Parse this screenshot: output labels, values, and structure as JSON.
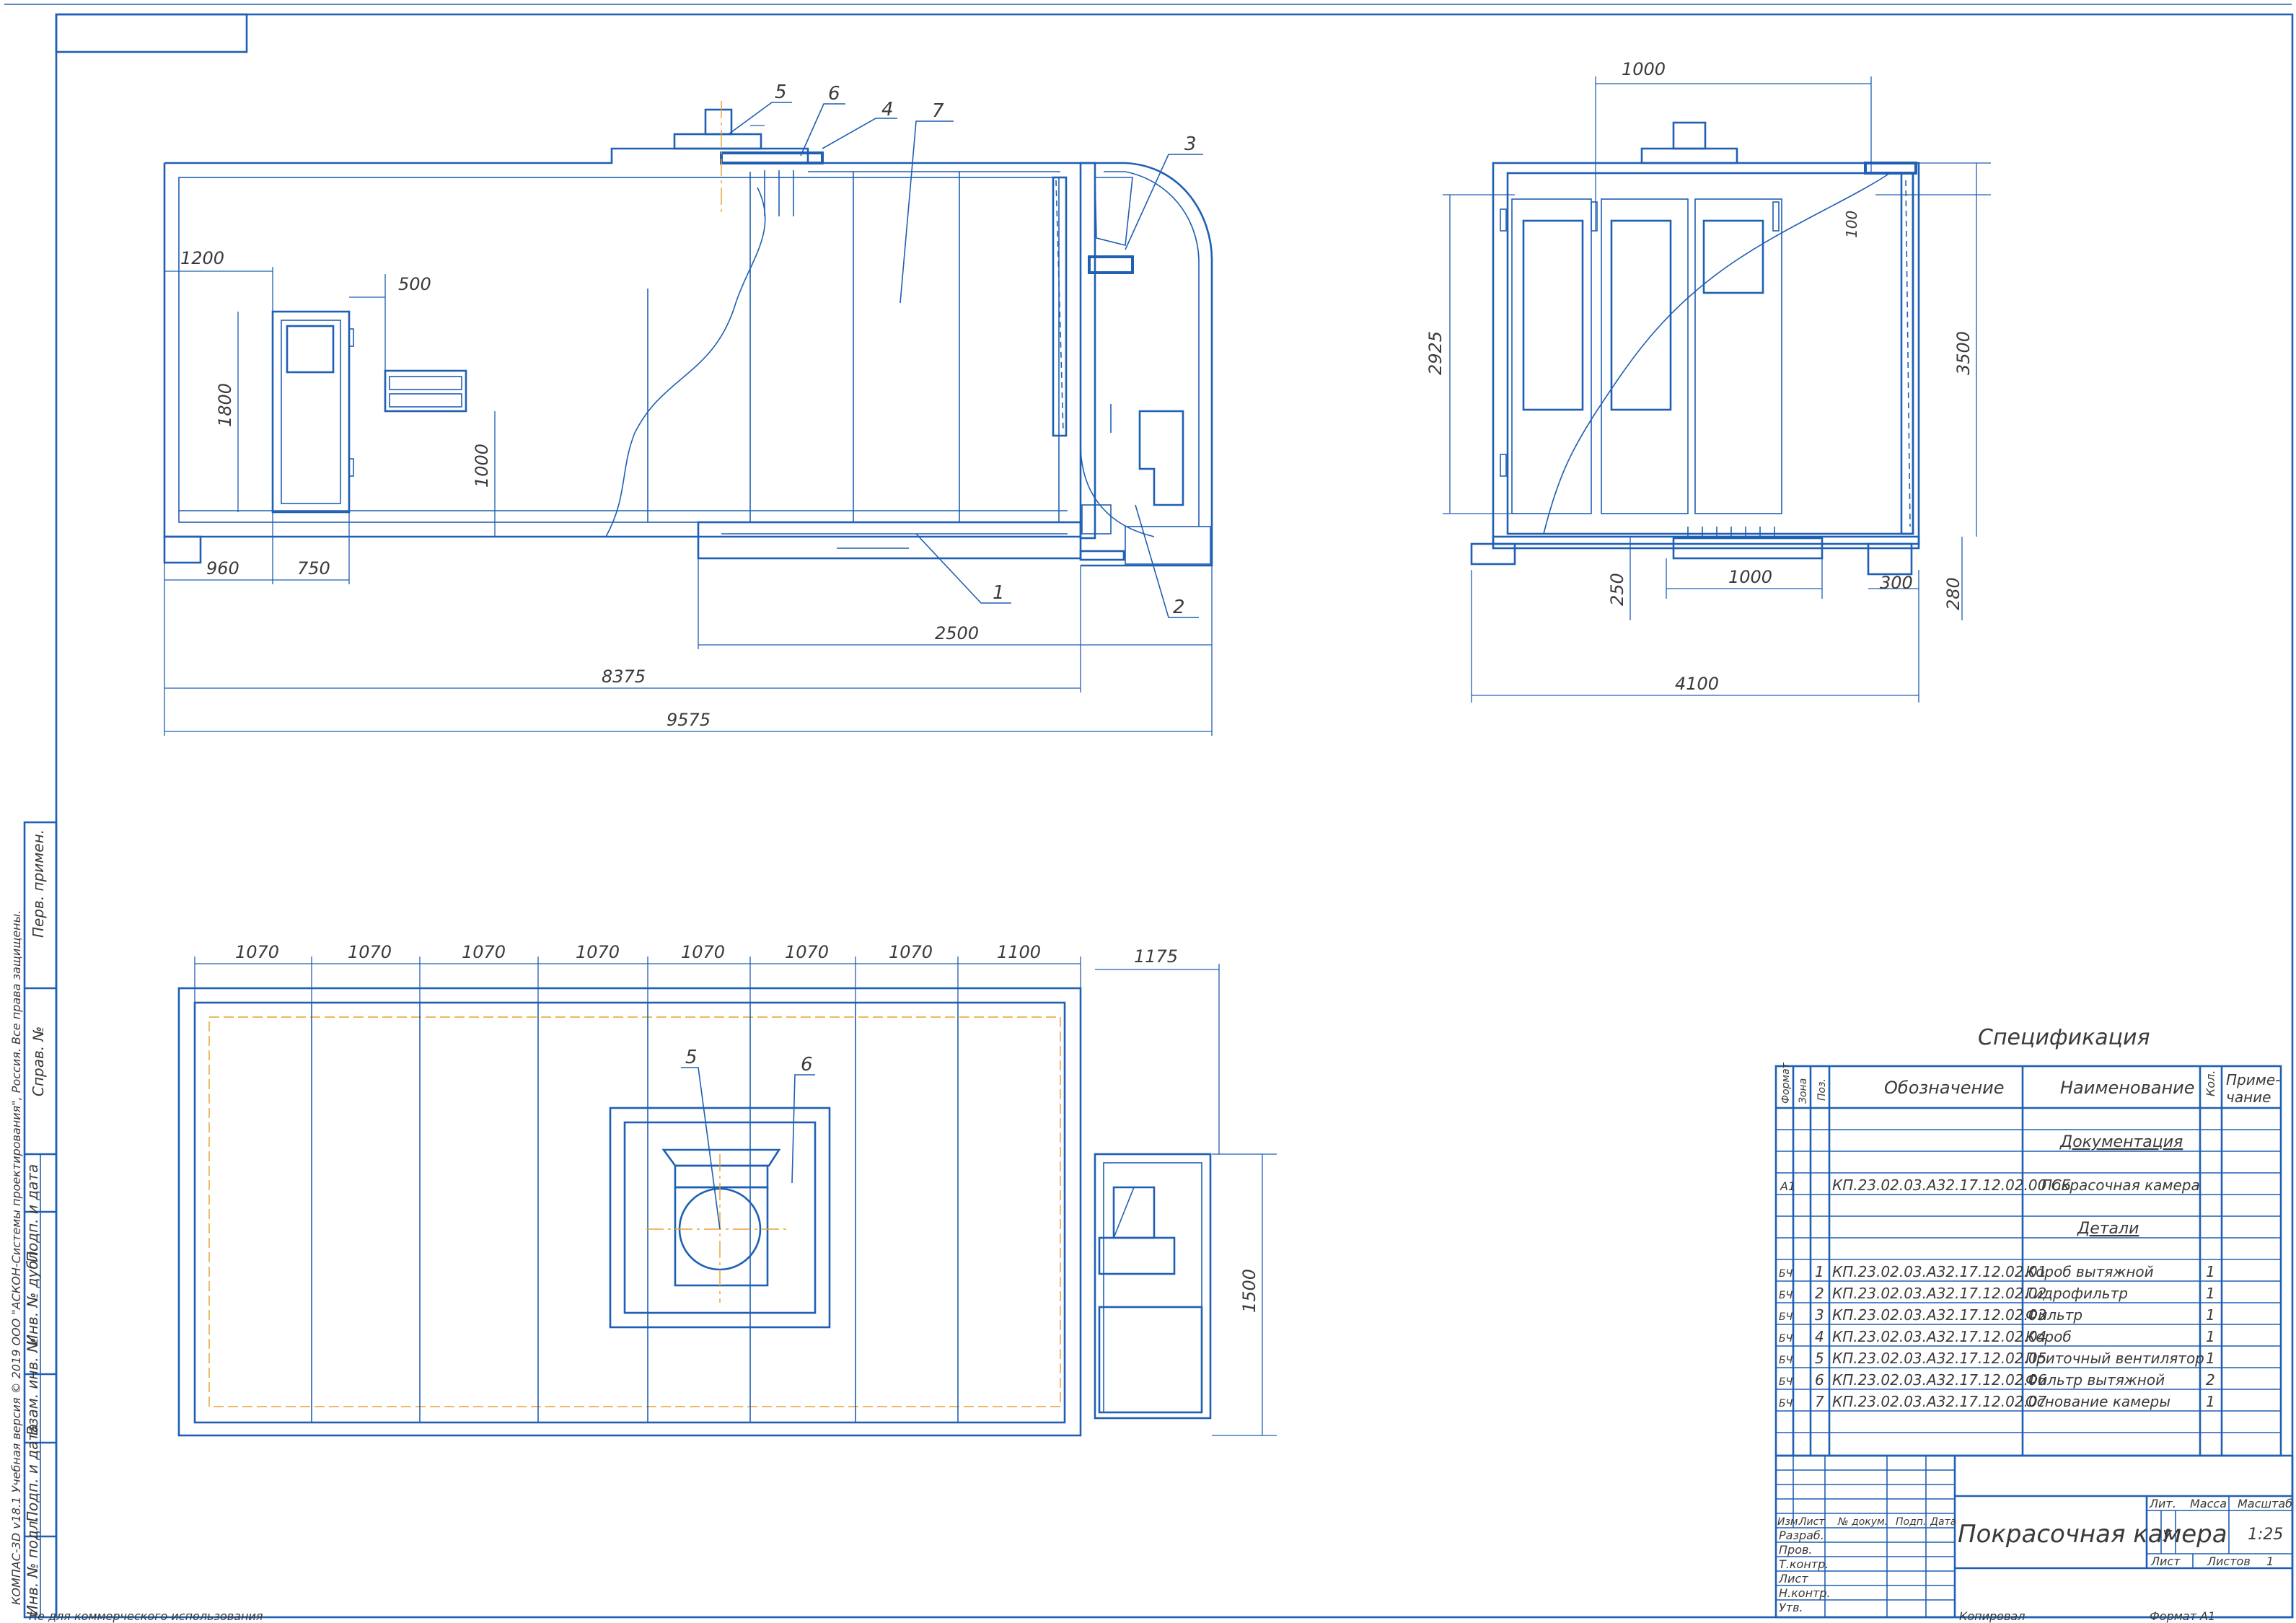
{
  "colors": {
    "line": "#1f5fb4",
    "text": "#3a3a3a",
    "centerline": "#e8a030"
  },
  "side_view": {
    "callouts": [
      "5",
      "6",
      "4",
      "7",
      "3",
      "1",
      "2"
    ],
    "dims": {
      "d1200": "1200",
      "d500": "500",
      "d1800": "1800",
      "d1000": "1000",
      "d960": "960",
      "d750": "750",
      "d2500": "2500",
      "d8375": "8375",
      "d9575": "9575"
    }
  },
  "end_view": {
    "dims": {
      "d1000top": "1000",
      "d2925": "2925",
      "d100": "100",
      "d3500": "3500",
      "d250": "250",
      "d1000bot": "1000",
      "d300": "300",
      "d280": "280",
      "d4100": "4100"
    }
  },
  "plan_view": {
    "dims": [
      "1070",
      "1070",
      "1070",
      "1070",
      "1070",
      "1070",
      "1070",
      "1100"
    ],
    "d1175": "1175",
    "d1500": "1500",
    "callouts": [
      "5",
      "6"
    ]
  },
  "spec": {
    "title": "Спецификация",
    "headers": {
      "format": "Формат",
      "zone": "Зона",
      "pos": "Поз.",
      "designation": "Обозначение",
      "name": "Наименование",
      "qty": "Кол.",
      "note": "Приме-\nчание"
    },
    "section_doc": "Документация",
    "doc_row": {
      "format": "А1",
      "designation": "КП.23.02.03.А32.17.12.02.00 СБ",
      "name": "Покрасочная камера"
    },
    "section_parts": "Детали",
    "rows": [
      {
        "format": "БЧ",
        "pos": "1",
        "designation": "КП.23.02.03.А32.17.12.02.01",
        "name": "Короб вытяжной",
        "qty": "1"
      },
      {
        "format": "БЧ",
        "pos": "2",
        "designation": "КП.23.02.03.А32.17.12.02.02",
        "name": "Гидрофильтр",
        "qty": "1"
      },
      {
        "format": "БЧ",
        "pos": "3",
        "designation": "КП.23.02.03.А32.17.12.02.03",
        "name": "Фильтр",
        "qty": "1"
      },
      {
        "format": "БЧ",
        "pos": "4",
        "designation": "КП.23.02.03.А32.17.12.02.04",
        "name": "Короб",
        "qty": "1"
      },
      {
        "format": "БЧ",
        "pos": "5",
        "designation": "КП.23.02.03.А32.17.12.02.05",
        "name": "Приточный вентилятор",
        "qty": "1"
      },
      {
        "format": "БЧ",
        "pos": "6",
        "designation": "КП.23.02.03.А32.17.12.02.06",
        "name": "Фильтр вытяжной",
        "qty": "2"
      },
      {
        "format": "БЧ",
        "pos": "7",
        "designation": "КП.23.02.03.А32.17.12.02.07",
        "name": "Основание камеры",
        "qty": "1"
      }
    ]
  },
  "title_block": {
    "drawing_title": "Покрасочная камера",
    "lit": "Лит.",
    "mass": "Масса",
    "scale": "Масштаб",
    "lit_value": "У",
    "scale_value": "1:25",
    "sheet": "Лист",
    "sheets": "Листов",
    "sheets_value": "1",
    "cols": {
      "izm": "Изм.",
      "list": "Лист",
      "doc": "№ докум.",
      "sign": "Подп.",
      "date": "Дата"
    },
    "roles": [
      "Разраб.",
      "Пров.",
      "Т.контр.",
      "Лист",
      "Н.контр.",
      "Утв."
    ],
    "copied": "Копировал",
    "format": "Формат   А1"
  },
  "side_strip": [
    "Перв. примен.",
    "Справ. №",
    "Подп. и дата",
    "Инв. № дубл.",
    "Взам. инв. №",
    "Подп. и дата",
    "Инв. № подл."
  ],
  "kompas_note": "КОМПАС-3D v18.1 Учебная версия © 2019 ООО \"АСКОН-Системы проектирования\", Россия. Все права защищены.",
  "bottom_note": "Не для коммерческого использования"
}
